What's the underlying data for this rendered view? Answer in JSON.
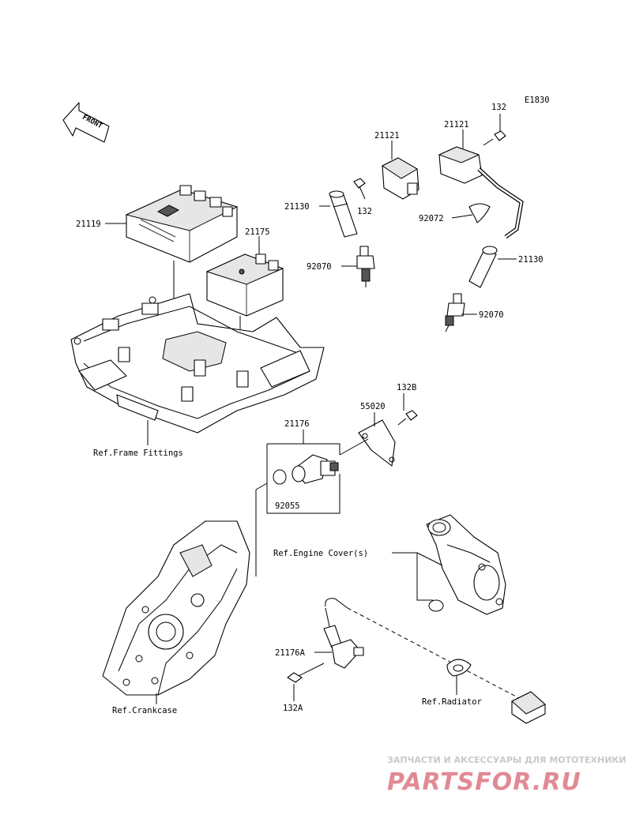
{
  "diagram_code": "E1830",
  "front_arrow_label": "FRONT",
  "parts": {
    "p21119": "21119",
    "p21175": "21175",
    "p21121_left": "21121",
    "p21121_right": "21121",
    "p132_top": "132",
    "p132_mid": "132",
    "p21130_left": "21130",
    "p21130_right": "21130",
    "p92072": "92072",
    "p92070_left": "92070",
    "p92070_right": "92070",
    "p132B": "132B",
    "p55020": "55020",
    "p21176": "21176",
    "p92055": "92055",
    "p21176A": "21176A",
    "p132A": "132A"
  },
  "references": {
    "frame_fittings": "Ref.Frame Fittings",
    "engine_cover": "Ref.Engine Cover(s)",
    "crankcase": "Ref.Crankcase",
    "radiator": "Ref.Radiator"
  },
  "watermark": {
    "subtitle": "ЗАПЧАСТИ И АКСЕССУАРЫ ДЛЯ МОТОТЕХНИКИ",
    "brand": "PARTSFOR.RU",
    "brand_color": "#e08a95"
  }
}
